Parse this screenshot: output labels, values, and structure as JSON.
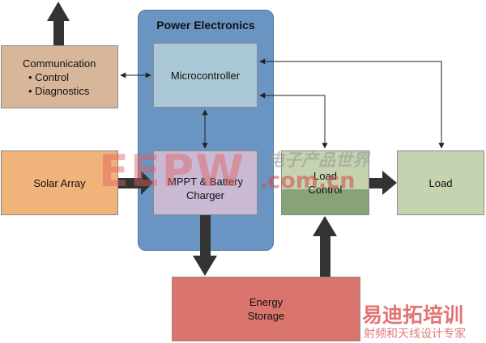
{
  "diagram": {
    "power_electronics": {
      "title": "Power Electronics"
    },
    "communication": {
      "title": "Communication",
      "items": [
        "• Control",
        "• Diagnostics"
      ]
    },
    "microcontroller": {
      "label": "Microcontroller"
    },
    "solar_array": {
      "label": "Solar Array"
    },
    "mppt_charger": {
      "line1": "MPPT & Battery",
      "line2": "Charger"
    },
    "load_control": {
      "line1": "Load",
      "line2": "Control"
    },
    "load": {
      "label": "Load"
    },
    "energy_storage": {
      "line1": "Energy",
      "line2": "Storage"
    }
  },
  "watermark": {
    "brand": "EEPW",
    "domain": ".com.cn",
    "cn_name": "电子产品世界",
    "corner_title": "易迪拓培训",
    "corner_subtitle": "射频和天线设计专家"
  },
  "colors": {
    "power_electronics": "#6a94c2",
    "microcontroller": "#aac7d6",
    "communication": "#d7b69a",
    "solar_array": "#f0b37a",
    "mppt_charger": "#c9b9d3",
    "load_control_top": "#c5d3b0",
    "load_control_bottom": "#8aa27a",
    "load": "#c5d3b0",
    "energy_storage": "#d9756c",
    "arrow": "#333333",
    "watermark_red": "#cc3333"
  }
}
